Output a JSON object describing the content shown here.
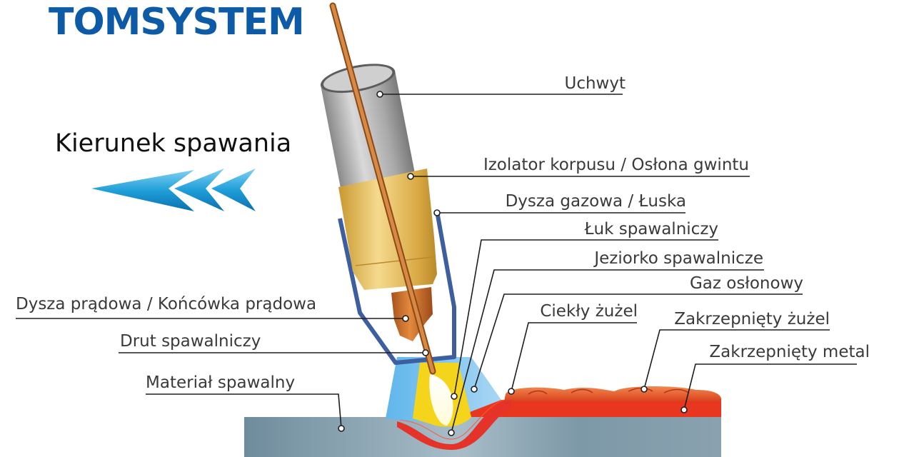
{
  "brand": {
    "name": "TOMSYSTEM",
    "color": "#0d5aa7"
  },
  "direction": {
    "label": "Kierunek spawania",
    "color": "#1f9fd8"
  },
  "labels": {
    "uchwyt": "Uchwyt",
    "izolator": "Izolator korpusu / Osłona gwintu",
    "dysza_gazowa": "Dysza gazowa / Łuska",
    "luk": "Łuk spawalniczy",
    "jeziorko": "Jeziorko spawalnicze",
    "gaz": "Gaz osłonowy",
    "ciekly_zuzel": "Ciekły żużel",
    "zakrzepniety_zuzel": "Zakrzepnięty żużel",
    "zakrzepniety_metal": "Zakrzepnięty metal",
    "dysza_pradowa": "Dysza prądowa / Końcówka prądowa",
    "drut": "Drut spawalniczy",
    "material": "Materiał spawalny"
  },
  "colors": {
    "handle": "#9b9b9b",
    "insulator": "#e0b54e",
    "nozzle": "#3d5f9f",
    "contact_tip": "#c56a25",
    "wire": "#c9722e",
    "shielding_gas": "#4aa7e0",
    "arc": "#f5d51b",
    "weld_pool": "#e5332a",
    "slag": "#e8501f",
    "base_metal": "#7c97a6"
  }
}
